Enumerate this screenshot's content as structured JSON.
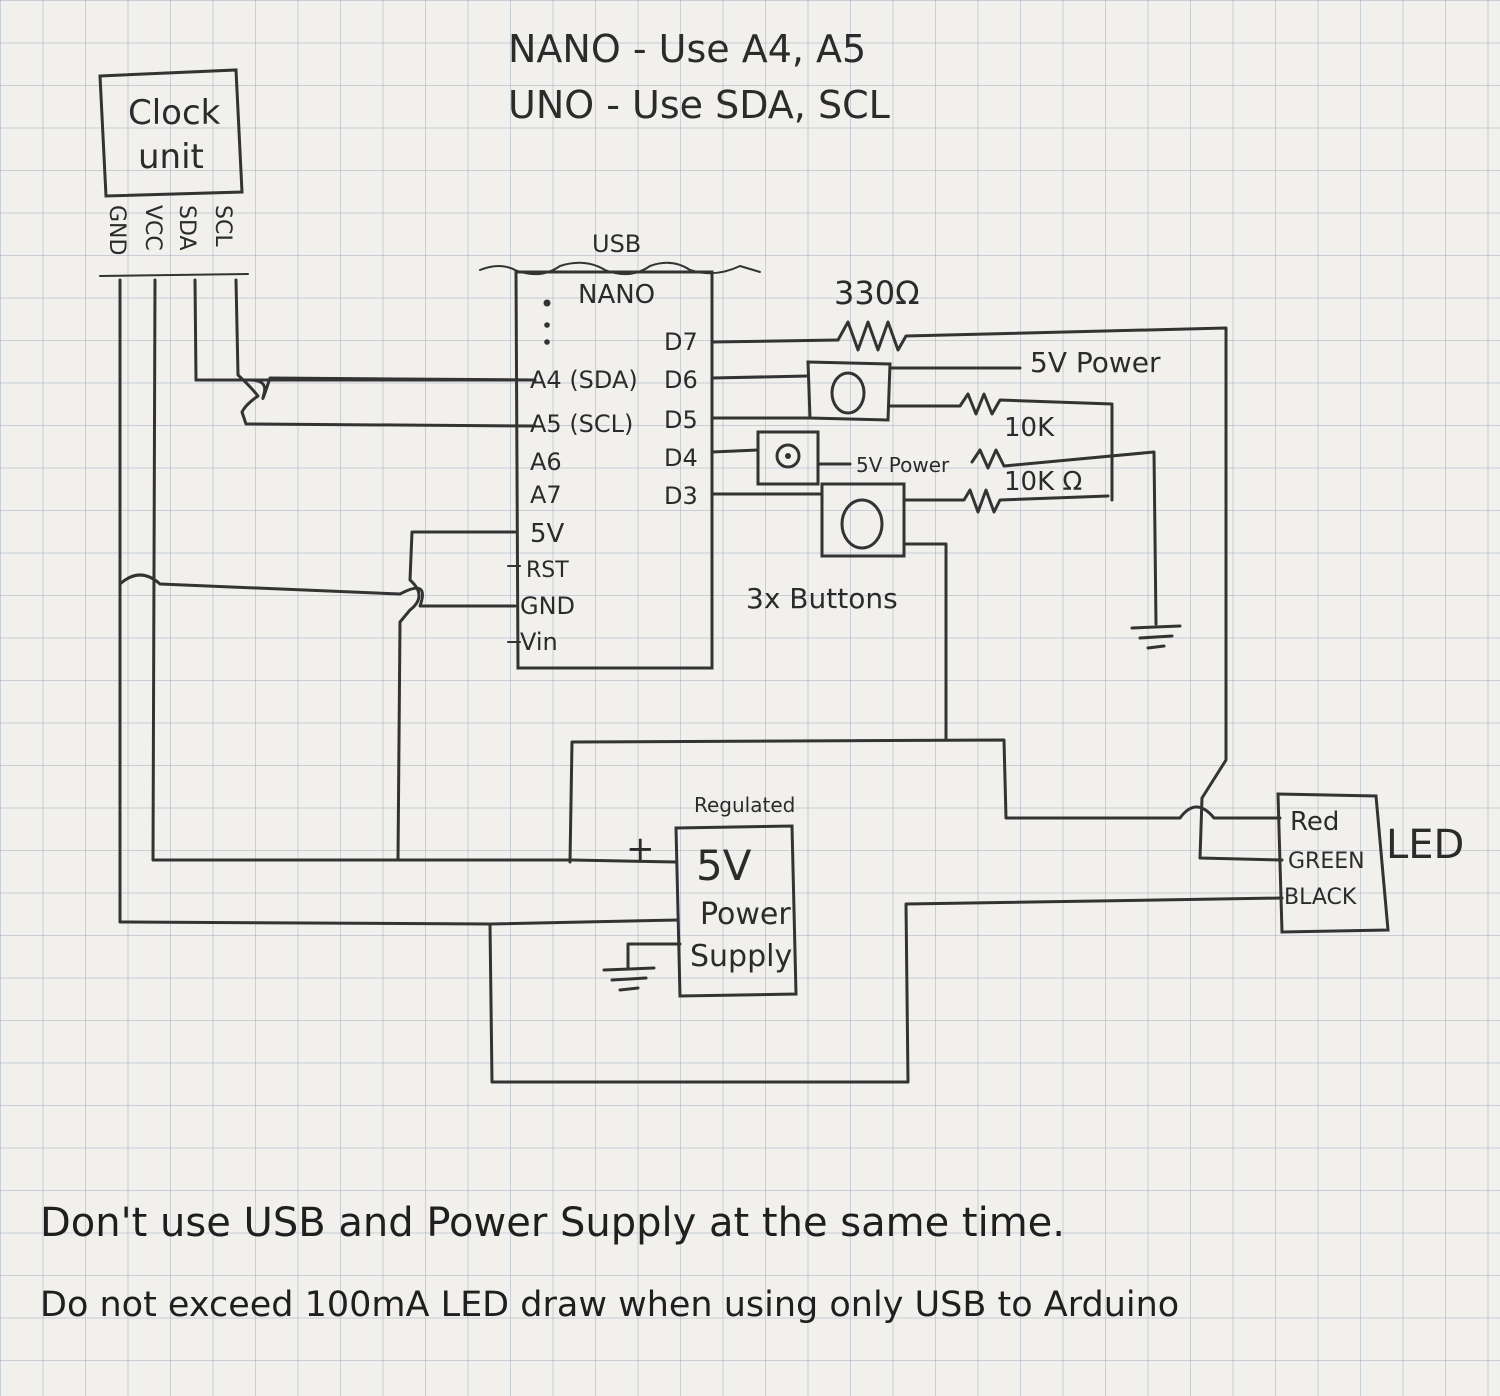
{
  "header": {
    "line1": "NANO - Use A4, A5",
    "line2": "UNO - Use SDA, SCL"
  },
  "clock_unit": {
    "label_line1": "Clock",
    "label_line2": "unit",
    "pins": [
      "GND",
      "VCC",
      "SDA",
      "SCL"
    ]
  },
  "nano": {
    "usb_label": "USB",
    "title": "NANO",
    "left_pins": [
      "A4 (SDA)",
      "A5 (SCL)",
      "A6",
      "A7",
      "5V",
      "RST",
      "GND",
      "Vin"
    ],
    "right_pins": [
      "D7",
      "D6",
      "D5",
      "D4",
      "D3"
    ]
  },
  "resistors": {
    "r330": "330Ω",
    "r10k_a": "10K",
    "r10k_b": "10K Ω"
  },
  "labels": {
    "power_top": "5V Power",
    "power_mid": "5V Power",
    "buttons": "3x Buttons",
    "plus": "+"
  },
  "power_supply": {
    "line0": "Regulated",
    "line1": "5V",
    "line2": "Power",
    "line3": "Supply"
  },
  "led": {
    "pins": [
      "Red",
      "GREEN",
      "BLACK"
    ],
    "label": "LED"
  },
  "notes": {
    "note1": "Don't use USB and Power Supply at the same time.",
    "note2": "Do not exceed 100mA LED draw when using only USB to Arduino"
  }
}
